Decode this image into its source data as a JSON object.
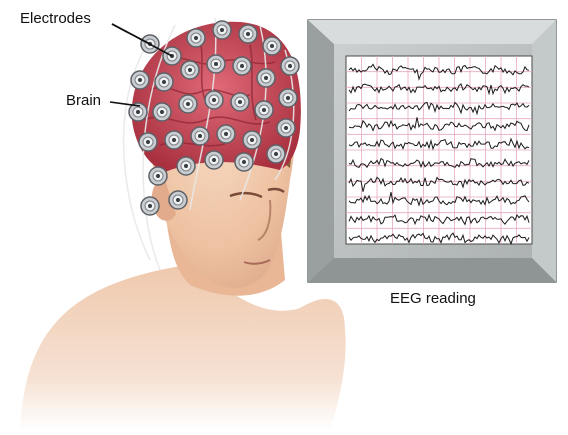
{
  "labels": {
    "electrodes": "Electrodes",
    "brain": "Brain",
    "eeg_reading": "EEG reading"
  },
  "icons": {
    "head": "human-head-illustration",
    "electrode": "electrode-icon",
    "monitor": "eeg-monitor-icon"
  },
  "colors": {
    "skin": "#f2c7a6",
    "brain": "#c94a5a",
    "electrode": "#c9ccd0",
    "monitor_frame": "#b7bcbc",
    "grid": "#e7a9c3",
    "trace": "#1a1a1a"
  },
  "eeg": {
    "channels": 10
  }
}
